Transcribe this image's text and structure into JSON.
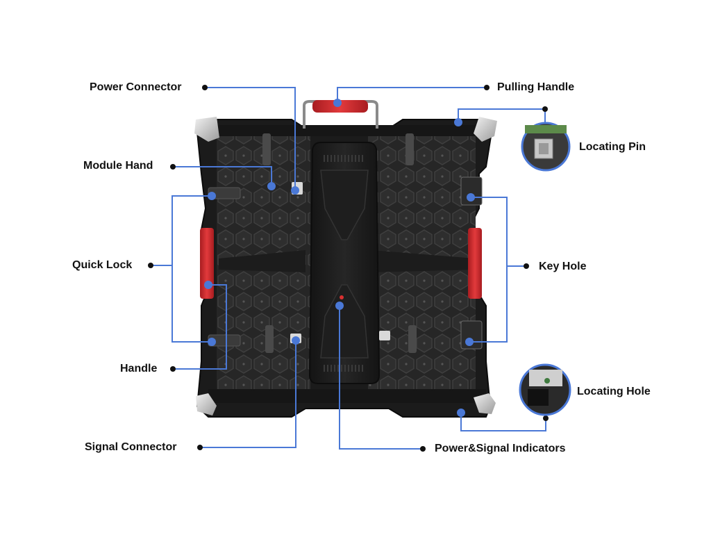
{
  "labels": {
    "power_connector": "Power Connector",
    "module_hand": "Module Hand",
    "quick_lock": "Quick Lock",
    "handle": "Handle",
    "signal_connector": "Signal Connector",
    "pulling_handle": "Pulling Handle",
    "locating_pin": "Locating Pin",
    "key_hole": "Key Hole",
    "locating_hole": "Locating Hole",
    "power_signal_indicators": "Power&Signal Indicators"
  },
  "colors": {
    "leader_line": "#4a78d6",
    "dot": "#111111",
    "marker": "#4a78d6",
    "cabinet_frame": "#1b1b1b",
    "module_panel": "#2a2a2a",
    "hex_grid": "#3b3b3b",
    "handle_red": "#d2272c",
    "corner_silver": "#c9c9c9"
  }
}
